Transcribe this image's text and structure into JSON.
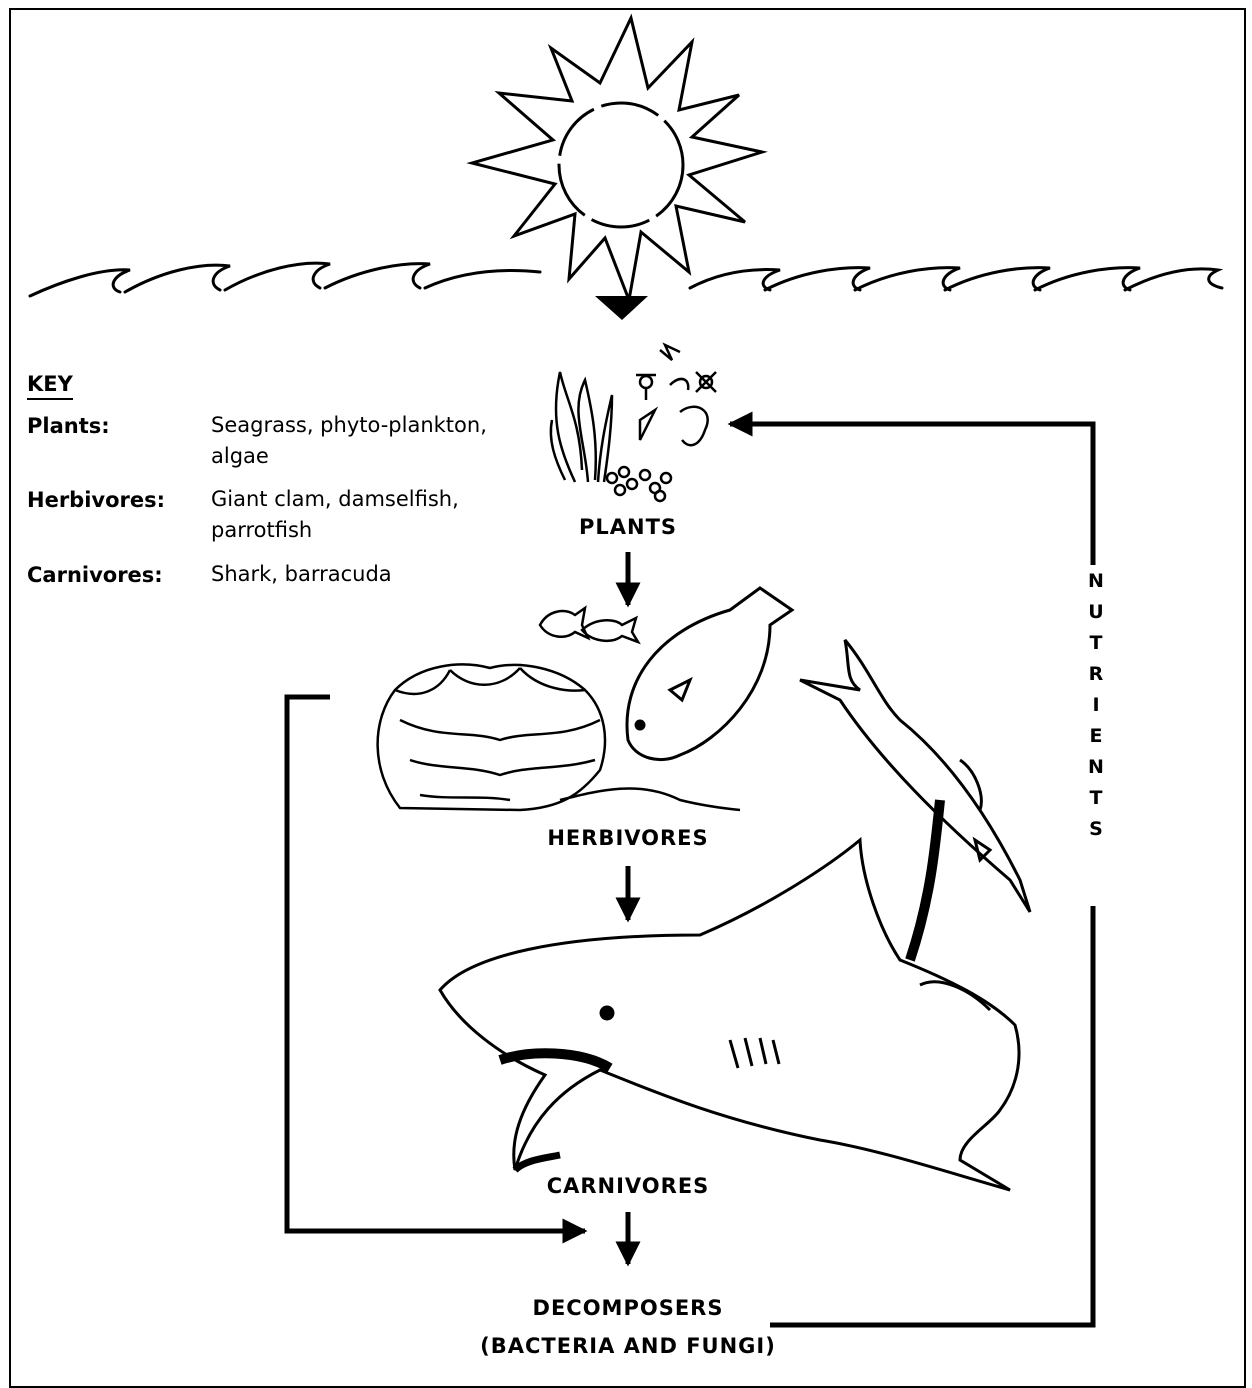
{
  "key": {
    "title": "KEY",
    "rows": [
      {
        "term": "Plants:",
        "desc": "Seagrass, phyto-plankton, algae"
      },
      {
        "term": "Herbivores:",
        "desc": "Giant clam, damselfish, parrotfish"
      },
      {
        "term": "Carnivores:",
        "desc": "Shark, barracuda"
      }
    ]
  },
  "nodes": {
    "plants": "Plants",
    "herbivores": "Herbivores",
    "carnivores": "Carnivores",
    "decomposers": "Decomposers",
    "decomposers_sub": "(Bacteria and Fungi)"
  },
  "nutrients_letters": [
    "N",
    "U",
    "T",
    "R",
    "I",
    "E",
    "N",
    "T",
    "S"
  ]
}
